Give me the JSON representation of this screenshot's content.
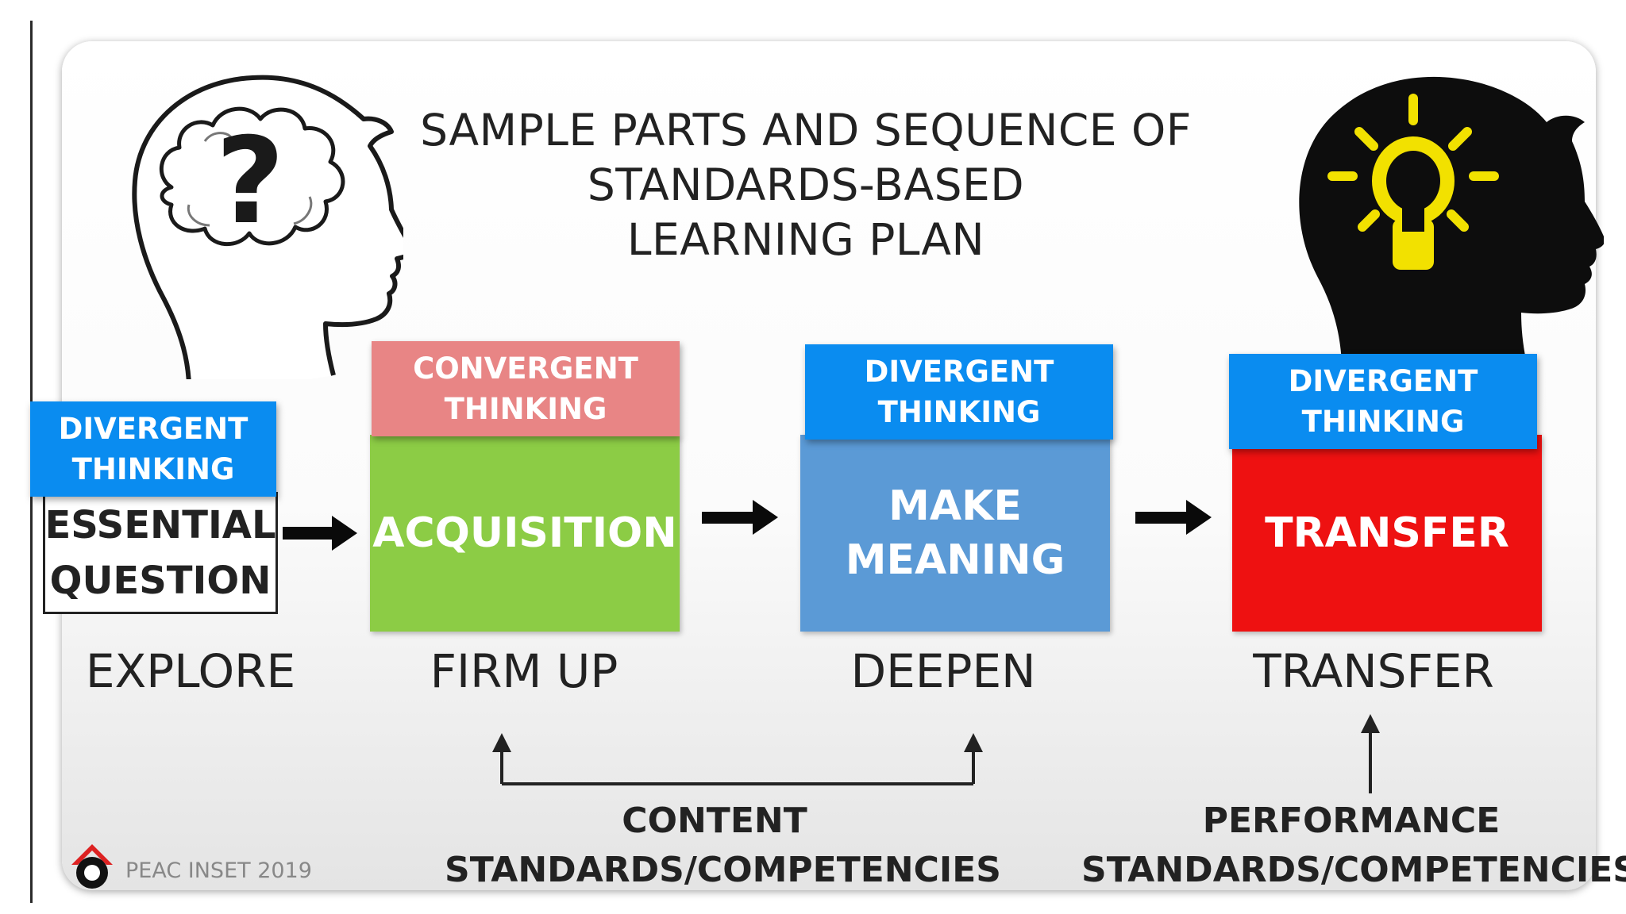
{
  "title": [
    "SAMPLE PARTS AND SEQUENCE OF",
    "STANDARDS-BASED",
    "LEARNING PLAN"
  ],
  "steps": [
    {
      "tag": [
        "DIVERGENT",
        "THINKING"
      ],
      "box": [
        "ESSENTIAL",
        "QUESTION"
      ],
      "stage": "EXPLORE"
    },
    {
      "tag": [
        "CONVERGENT",
        "THINKING"
      ],
      "box": [
        "ACQUISITION"
      ],
      "stage": "FIRM UP"
    },
    {
      "tag": [
        "DIVERGENT",
        "THINKING"
      ],
      "box": [
        "MAKE",
        "MEANING"
      ],
      "stage": "DEEPEN"
    },
    {
      "tag": [
        "DIVERGENT",
        "THINKING"
      ],
      "box": [
        "TRANSFER"
      ],
      "stage": "TRANSFER"
    }
  ],
  "content_standards": [
    "CONTENT",
    "STANDARDS/COMPETENCIES"
  ],
  "performance_standards": [
    "PERFORMANCE",
    "STANDARDS/COMPETENCIES"
  ],
  "footer": "PEAC INSET 2019",
  "colors": {
    "divergent": "#0a8cf0",
    "convergent": "#e88585",
    "acquisition": "#8ccc45",
    "make_meaning": "#5b9ad6",
    "transfer": "#ee1111",
    "bulb": "#f2e100"
  },
  "icons": [
    "question-head-icon",
    "lightbulb-head-icon",
    "peac-logo-icon"
  ]
}
